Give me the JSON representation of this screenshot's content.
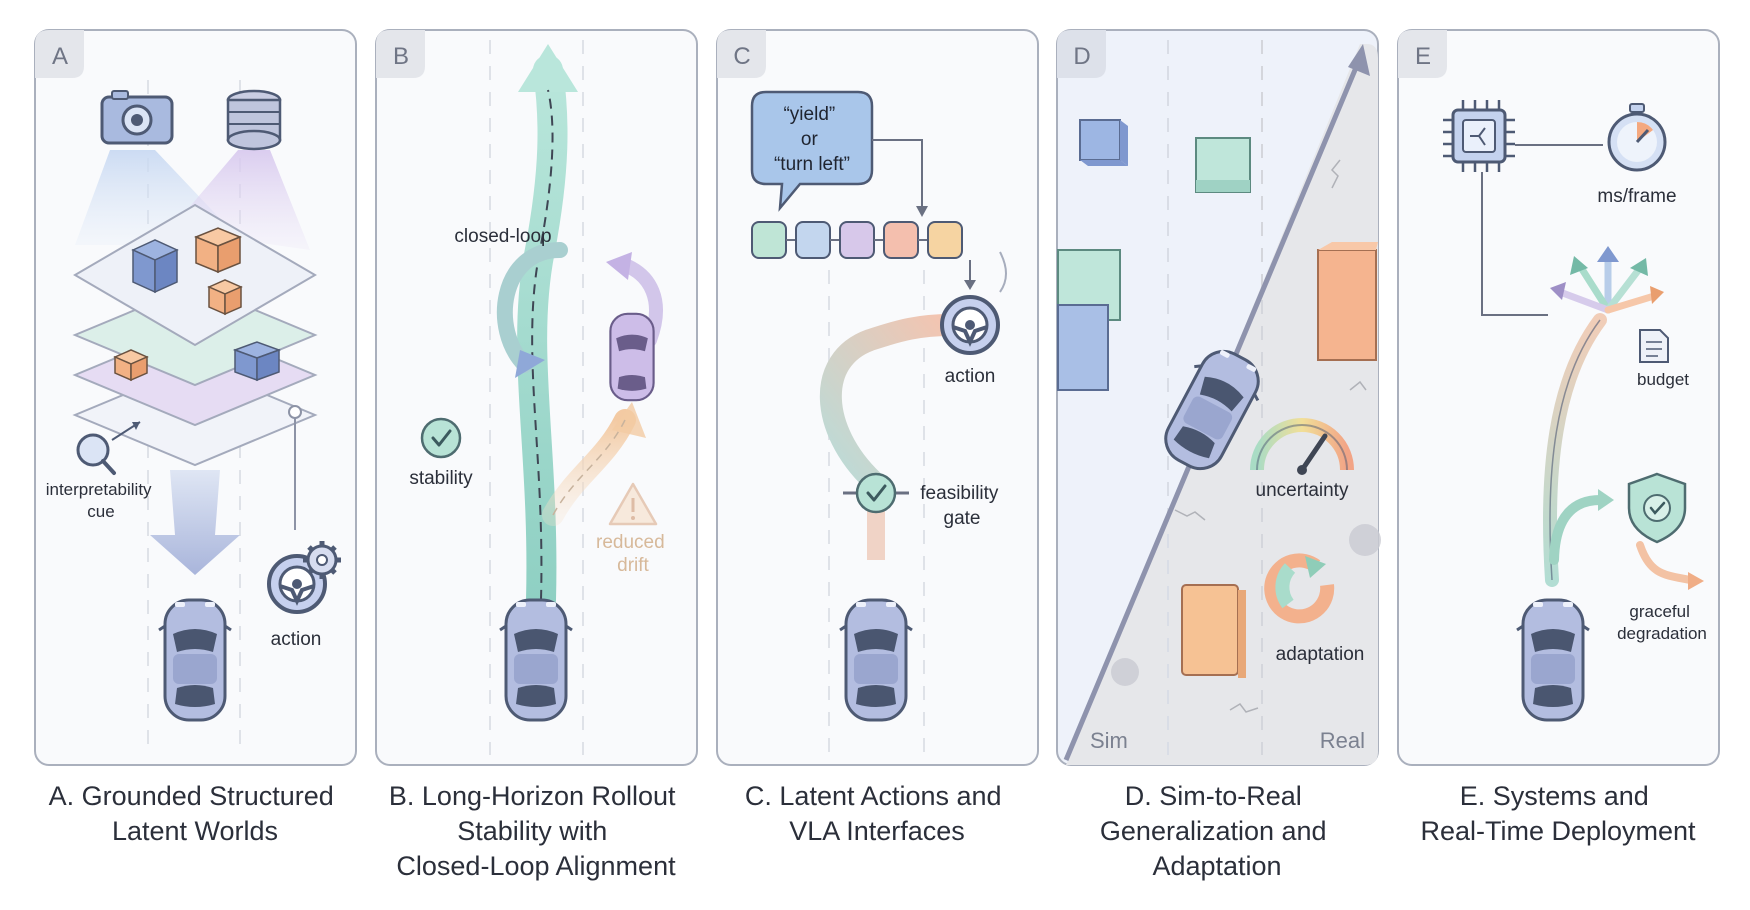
{
  "panels": [
    {
      "tag": "A",
      "caption_lines": [
        "A. Grounded Structured",
        "Latent Worlds"
      ],
      "labels": {
        "interpretability": [
          "interpretability",
          "cue"
        ],
        "action": "action"
      },
      "icons": [
        "camera-icon",
        "lidar-sensor-icon",
        "magnifier-icon",
        "steering-wheel-icon",
        "gear-icon",
        "car-icon"
      ]
    },
    {
      "tag": "B",
      "caption_lines": [
        "B. Long-Horizon Rollout",
        "Stability with",
        "Closed-Loop Alignment"
      ],
      "labels": {
        "closed_loop": "closed-loop",
        "stability": "stability",
        "reduced_drift": [
          "reduced",
          "drift"
        ]
      },
      "icons": [
        "check-circle-icon",
        "warning-icon",
        "car-icon"
      ]
    },
    {
      "tag": "C",
      "caption_lines": [
        "C. Latent Actions and",
        "VLA Interfaces"
      ],
      "bubble_lines": [
        "“yield”",
        "or",
        "“turn left”"
      ],
      "labels": {
        "action": "action",
        "feasibility": [
          "feasibility",
          "gate"
        ]
      },
      "token_colors": [
        "#bfe5d6",
        "#c3d6ee",
        "#d7c8ea",
        "#f4bfae",
        "#f6d4a2"
      ],
      "icons": [
        "speech-bubble-icon",
        "steering-wheel-icon",
        "check-circle-icon",
        "car-icon"
      ]
    },
    {
      "tag": "D",
      "caption_lines": [
        "D. Sim-to-Real",
        "Generalization and",
        "Adaptation"
      ],
      "labels": {
        "uncertainty": "uncertainty",
        "adaptation": "adaptation",
        "sim": "Sim",
        "real": "Real"
      },
      "icons": [
        "gauge-icon",
        "refresh-icon",
        "car-icon"
      ]
    },
    {
      "tag": "E",
      "caption_lines": [
        "E. Systems and",
        "Real-Time Deployment"
      ],
      "labels": {
        "ms_frame": "ms/frame",
        "budget": "budget",
        "graceful": [
          "graceful",
          "degradation"
        ]
      },
      "icons": [
        "chip-icon",
        "stopwatch-icon",
        "branching-arrows-icon",
        "document-icon",
        "shield-check-icon",
        "car-icon"
      ]
    }
  ],
  "colors": {
    "panel_border": "#aab0bd",
    "panel_bg": "#f9fafc",
    "teal": "#9fd8cc",
    "blue": "#8fa8d8",
    "purple": "#c4b2e4",
    "orange": "#f5b48f",
    "car_body": "#b3bde0",
    "car_glass": "#4a5670"
  }
}
